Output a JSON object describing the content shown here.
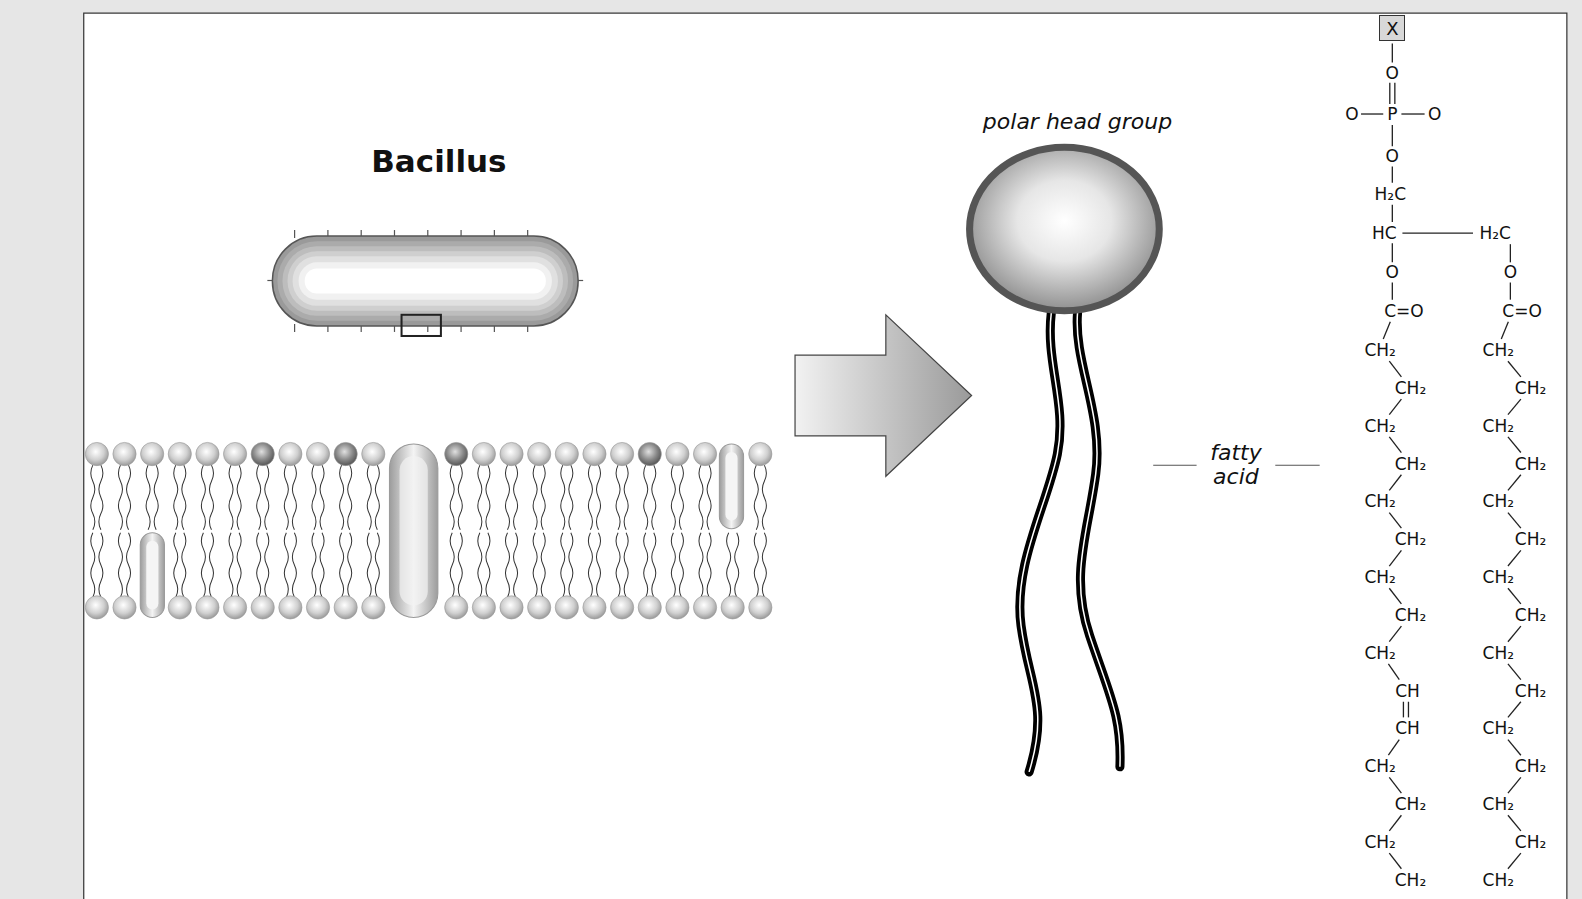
{
  "diagram": {
    "title": "Bacillus",
    "nodes": [
      {
        "text": [
          "X"
        ]
      }
    ],
    "labels": [
      "polar head group",
      "fatty acid",
      "O",
      "O",
      "P",
      "O",
      "O",
      "H₂C",
      "HC",
      "H₂C",
      "O",
      "O",
      "C=O",
      "C=O",
      "CH₂",
      "CH₂",
      "CH₂",
      "CH₂",
      "CH₂",
      "CH₂",
      "CH₂",
      "CH₂",
      "CH₂",
      "CH₂",
      "CH₂",
      "CH₂",
      "CH₂",
      "CH₂",
      "CH₂",
      "CH₂",
      "CH₂",
      "CH₂",
      "CH",
      "CH₂",
      "CH",
      "CH₂",
      "CH₂",
      "CH₂",
      "CH₂",
      "CH₂",
      "CH₂",
      "CH₂",
      "CH₂",
      "CH₂"
    ]
  }
}
